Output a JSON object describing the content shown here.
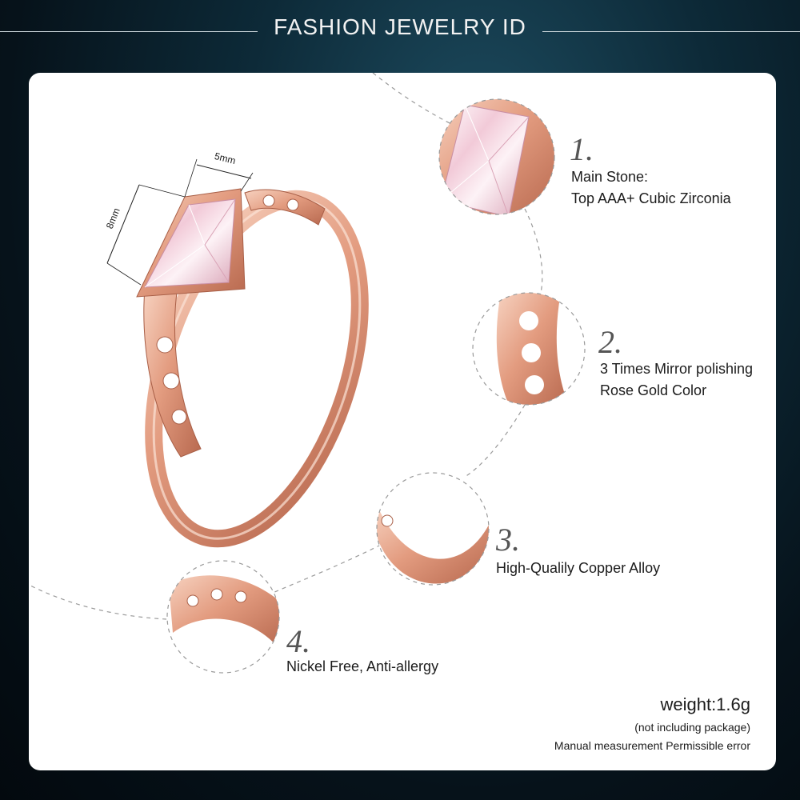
{
  "header": {
    "title": "FASHION JEWELRY ID"
  },
  "ring": {
    "width_label": "5mm",
    "height_label": "8mm"
  },
  "features": [
    {
      "number": "1.",
      "line1": "Main Stone:",
      "line2": "Top AAA+ Cubic Zirconia"
    },
    {
      "number": "2.",
      "line1": "3 Times Mirror polishing",
      "line2": "Rose Gold Color"
    },
    {
      "number": "3.",
      "line1": "High-Qualily Copper Alloy"
    },
    {
      "number": "4.",
      "line1": "Nickel Free, Anti-allergy"
    }
  ],
  "weight": {
    "label": "weight:1.6g",
    "note": "(not including package)",
    "disclaimer": "Manual measurement Permissible error"
  },
  "colors": {
    "rose_gold": "#e9a98e",
    "stone": "#f6dfe8",
    "background": "#07141c"
  }
}
